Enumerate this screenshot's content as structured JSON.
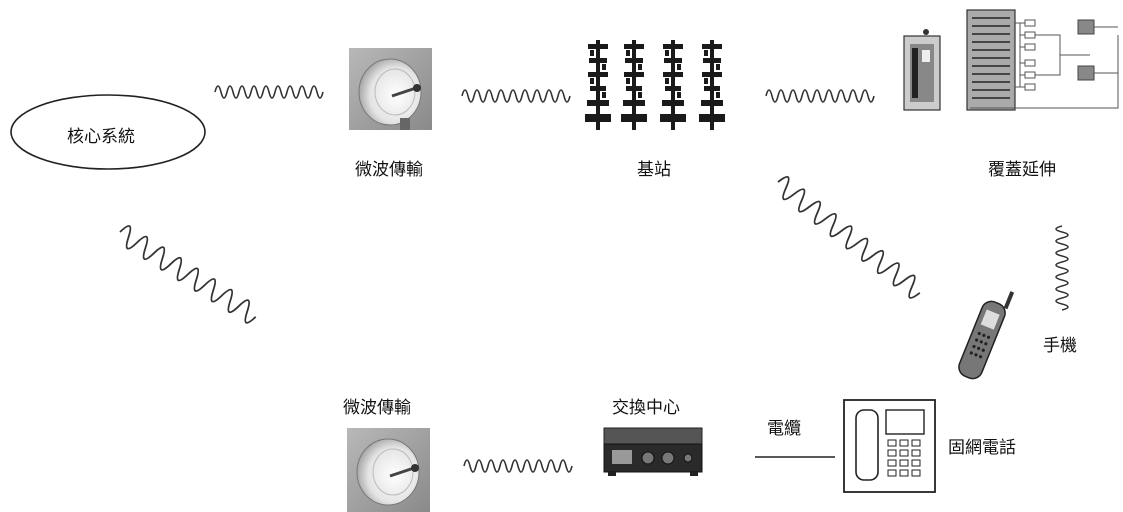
{
  "labels": {
    "core_system": "核心系統",
    "microwave_top": "微波傳輸",
    "base_station": "基站",
    "coverage_extension": "覆蓋延伸",
    "mobile_phone": "手機",
    "microwave_bottom": "微波傳輸",
    "switching_center": "交換中心",
    "cable": "電纜",
    "fixed_telephone": "固網電話"
  },
  "icons": {
    "core": "ellipse-node",
    "microwave": "microwave-dish-icon",
    "base_station": "base-station-towers-icon",
    "coverage": "repeater-rack-icon",
    "mobile": "mobile-phone-icon",
    "switch": "switching-equipment-icon",
    "landline": "landline-telephone-icon"
  }
}
